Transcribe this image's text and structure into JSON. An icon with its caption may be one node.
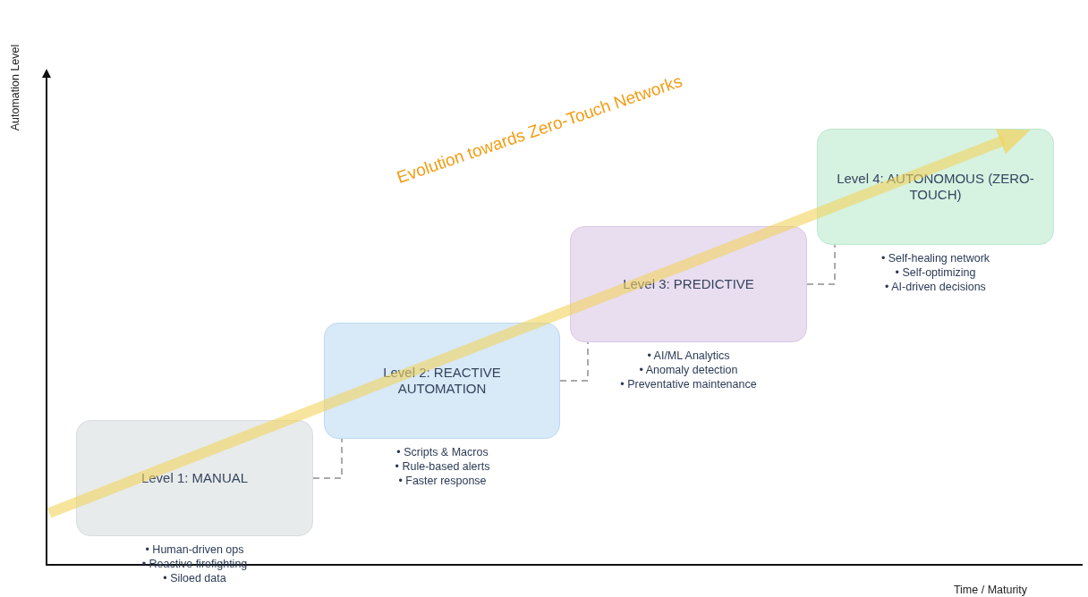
{
  "diagram": {
    "nodes": [
      {
        "text": [
          "Level 1: MANUAL"
        ],
        "beside": [
          "• Human-driven ops",
          "• Reactive firefighting",
          "• Siloed data"
        ]
      },
      {
        "text": [
          "Level 2: REACTIVE AUTOMATION"
        ],
        "beside": [
          "• Scripts & Macros",
          "• Rule-based alerts",
          "• Faster response"
        ]
      },
      {
        "text": [
          "Level 3: PREDICTIVE"
        ],
        "beside": [
          "• AI/ML Analytics",
          "• Anomaly detection",
          "• Preventative maintenance"
        ]
      },
      {
        "text": [
          "Level 4: AUTONOMOUS (ZERO-TOUCH)"
        ],
        "beside": [
          "• Self-healing network",
          "• Self-optimizing",
          "• AI-driven decisions"
        ]
      }
    ],
    "edges": [
      {
        "from": 0,
        "to": 1,
        "arrow": "none",
        "style": "dashed"
      },
      {
        "from": 1,
        "to": 2,
        "arrow": "none",
        "style": "dashed"
      },
      {
        "from": 2,
        "to": 3,
        "arrow": "none",
        "style": "dashed"
      }
    ],
    "labels": [
      "Automation Level",
      "Evolution towards Zero-Touch Networks",
      "Time / Maturity"
    ]
  }
}
